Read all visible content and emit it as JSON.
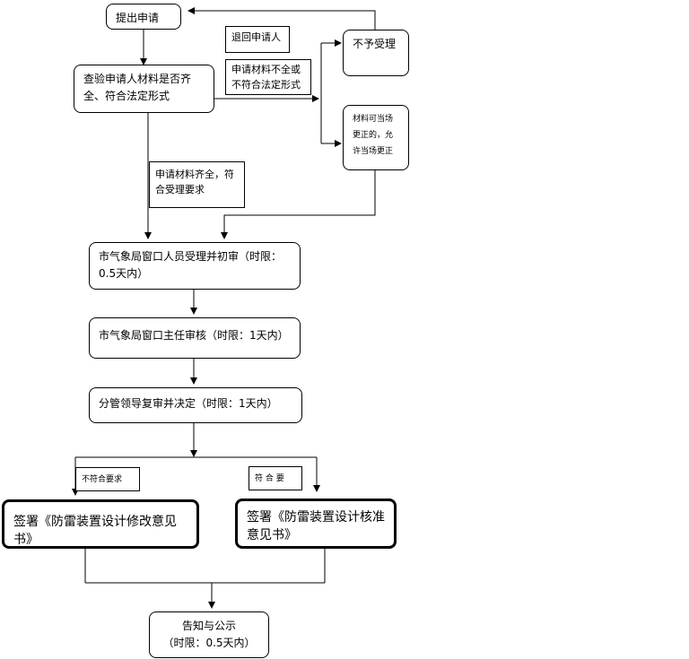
{
  "nodes": {
    "submit": "提出申请",
    "check": "查验申请人材料是否齐全、符合法定形式",
    "reject": "不予受理",
    "correct": "材料可当场更正的，允许当场更正",
    "initial_review": "市气象局窗口人员受理并初审（时限：0.5天内）",
    "director_review": "市气象局窗口主任审核（时限：1天内）",
    "leader_decision": "分管领导复审并决定（时限：1天内）",
    "sign_modify": "签署《防雷装置设计修改意见书》",
    "sign_approve": "签署《防雷装置设计核准意见书》",
    "notify_title": "告知与公示",
    "notify_time": "（时限：0.5天内）"
  },
  "labels": {
    "return_applicant": "退回申请人",
    "incomplete": "申请材料不全或不符合法定形式",
    "complete": "申请材料齐全，符合受理要求",
    "not_meet": "不符合要求",
    "meet": "符 合 要"
  }
}
